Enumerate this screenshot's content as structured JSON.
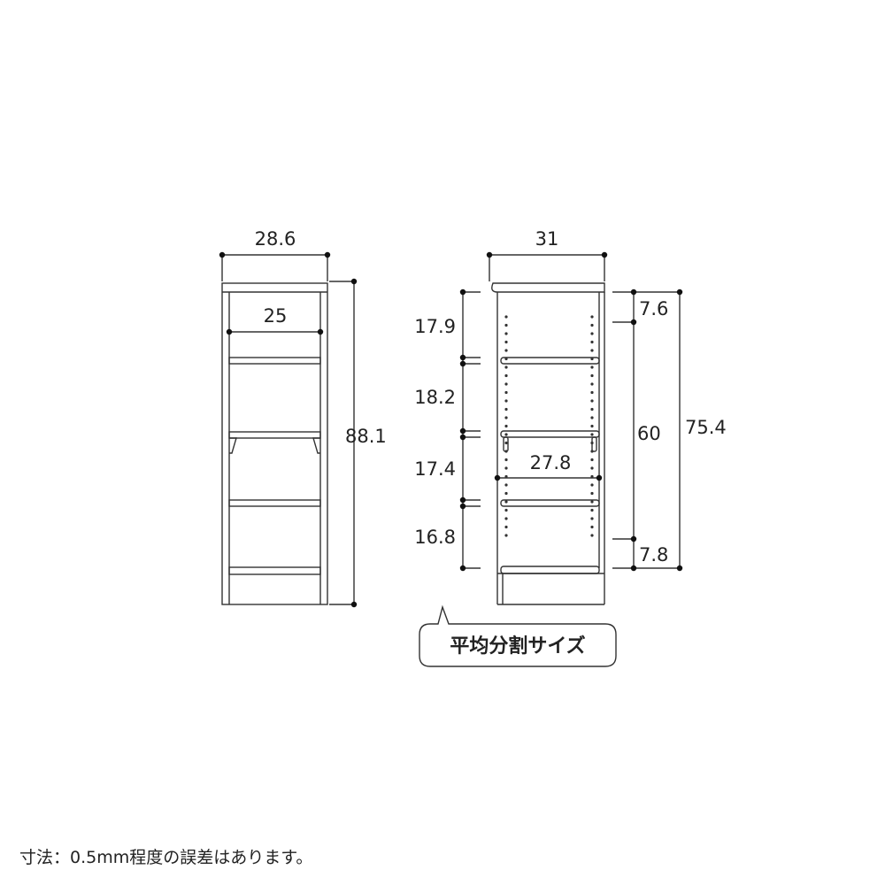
{
  "front_view": {
    "width_outer": "28.6",
    "width_inner": "25",
    "height_total": "88.1"
  },
  "side_view": {
    "depth": "31",
    "shelf_depth": "27.8",
    "pitches": [
      "17.9",
      "18.2",
      "17.4",
      "16.8"
    ],
    "top_margin": "7.6",
    "hole_range": "60",
    "bottom_margin": "7.8",
    "hole_total": "75.4"
  },
  "callout": "平均分割サイズ",
  "footnote": "寸法：0.5mm程度の誤差はあります。"
}
